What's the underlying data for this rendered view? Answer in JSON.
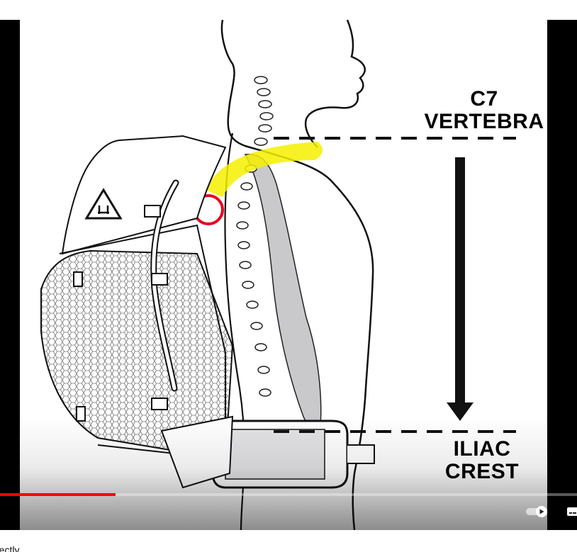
{
  "video": {
    "labels": {
      "top_line1": "C7",
      "top_line2": "VERTEBRA",
      "bottom_line1": "ILIAC",
      "bottom_line2": "CREST"
    },
    "progress_fraction": 0.2,
    "colors": {
      "progress": "#ff0000",
      "highlight": "#f4f000",
      "circle": "#e8001c"
    },
    "logo_icon": "hyperlite-triangle-logo"
  },
  "controls": {
    "autoplay_icon": "autoplay-toggle-icon",
    "captions_icon": "subtitles-icon"
  },
  "below": {
    "text": "rectly"
  }
}
